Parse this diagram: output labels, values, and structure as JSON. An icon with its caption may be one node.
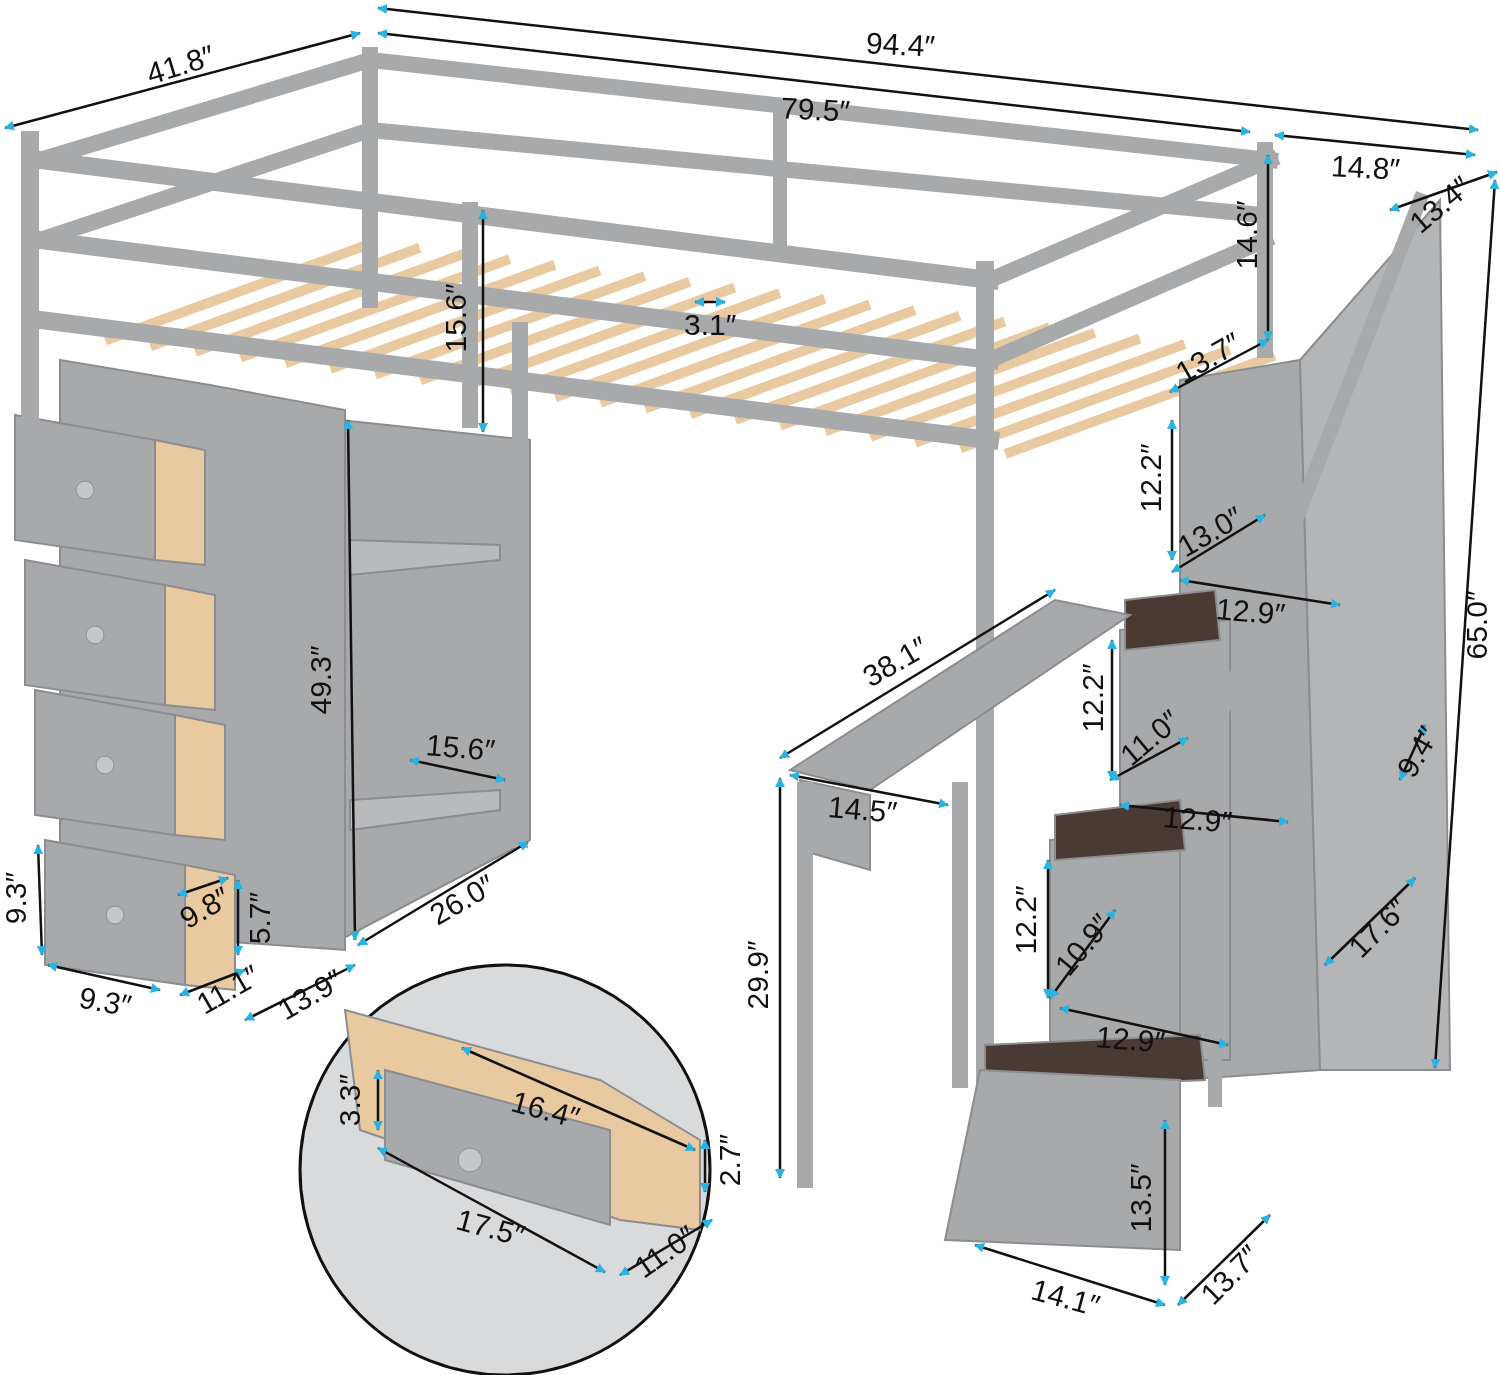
{
  "diagram": {
    "labels": [
      "41.8″",
      "94.4″",
      "79.5″",
      "14.8″",
      "13.4″",
      "14.6″",
      "15.6″",
      "3.1″",
      "13.7″",
      "12.2″",
      "13.0″",
      "12.9″",
      "38.1″",
      "12.2″",
      "11.0″",
      "49.3″",
      "65.0″",
      "15.6″",
      "9.4″",
      "14.5″",
      "12.9″",
      "9.3″",
      "9.8″",
      "5.7″",
      "26.0″",
      "12.2″",
      "10.9″",
      "17.6″",
      "9.3″",
      "11.1″",
      "13.9″",
      "29.9″",
      "12.9″",
      "3.3″",
      "16.4″",
      "2.7″",
      "13.5″",
      "17.5″",
      "11.0″",
      "14.1″",
      "13.7″"
    ]
  }
}
